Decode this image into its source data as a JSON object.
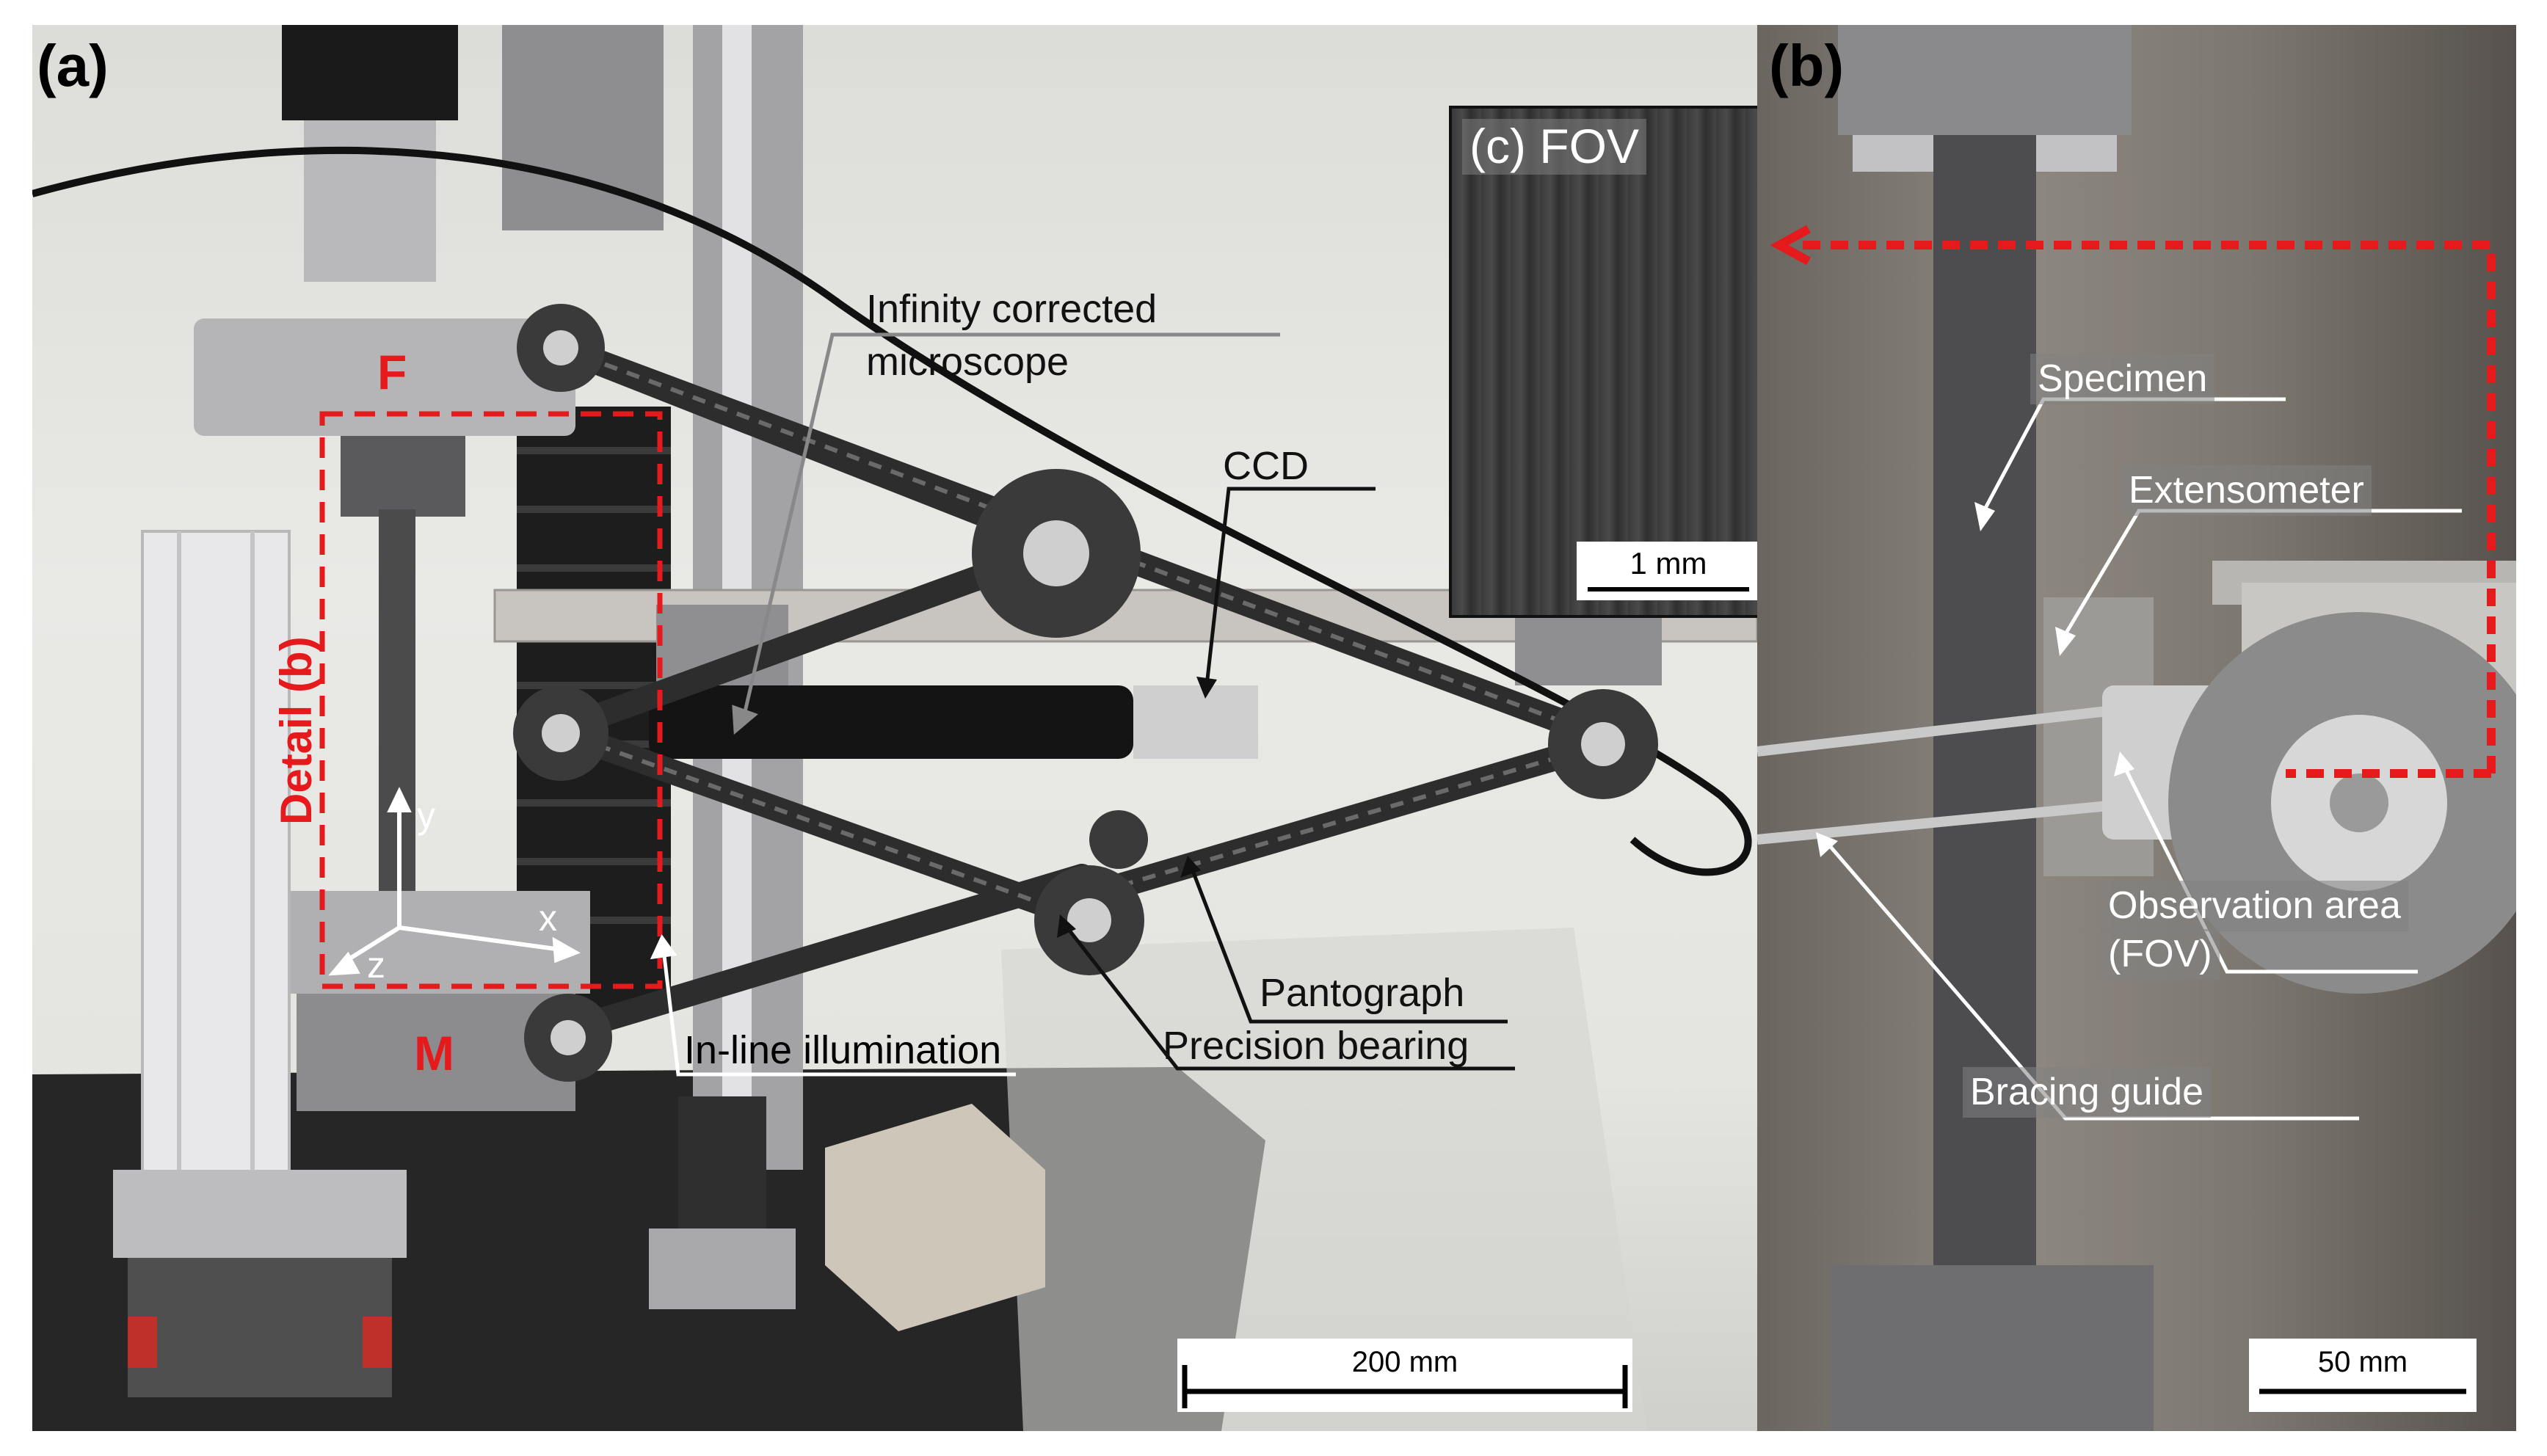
{
  "panels": {
    "a": {
      "letter": "(a)",
      "labels": {
        "microscope_line1": "Infinity corrected",
        "microscope_line2": "microscope",
        "ccd": "CCD",
        "pantograph": "Pantograph",
        "bearing": "Precision bearing",
        "illumination": "In-line illumination",
        "detail": "Detail (b)",
        "fixed": "F",
        "moving": "M",
        "axis_x": "x",
        "axis_y": "y",
        "axis_z": "z"
      },
      "scalebar": "200 mm"
    },
    "b": {
      "letter": "(b)",
      "labels": {
        "specimen": "Specimen",
        "extensometer": "Extensometer",
        "observation_line1": "Observation area",
        "observation_line2": "(FOV)",
        "bracing": "Bracing guide"
      },
      "scalebar": "50 mm"
    },
    "c": {
      "title": "(c) FOV",
      "scalebar": "1 mm"
    }
  },
  "colors": {
    "highlight_red": "#e41a1c",
    "leader_grey": "#888888",
    "leader_black": "#111111"
  }
}
